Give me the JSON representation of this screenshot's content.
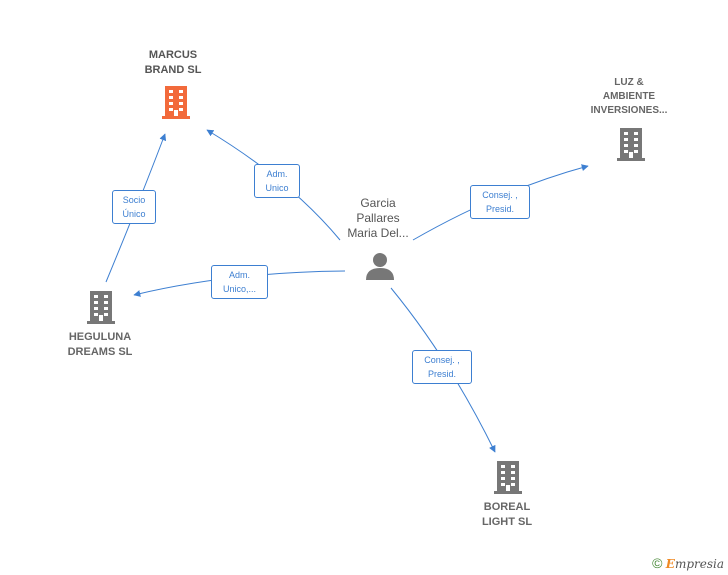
{
  "colors": {
    "edge": "#3d7fd1",
    "company_main": "#f26a3b",
    "company": "#777777",
    "person": "#777777"
  },
  "nodes": {
    "marcus": {
      "line1": "MARCUS",
      "line2": "BRAND  SL",
      "icon": "building-icon"
    },
    "luz": {
      "line1": "LUZ &",
      "line2": "AMBIENTE",
      "line3": "INVERSIONES...",
      "icon": "building-icon"
    },
    "heguluna": {
      "line1": "HEGULUNA",
      "line2": "DREAMS  SL",
      "icon": "building-icon"
    },
    "boreal": {
      "line1": "BOREAL",
      "line2": "LIGHT  SL",
      "icon": "building-icon"
    },
    "person": {
      "line1": "Garcia",
      "line2": "Pallares",
      "line3": "Maria Del...",
      "icon": "person-icon"
    }
  },
  "edges": {
    "person_marcus": {
      "line1": "Adm.",
      "line2": "Unico"
    },
    "heguluna_marcus": {
      "line1": "Socio",
      "line2": "Único"
    },
    "person_heguluna": {
      "line1": "Adm.",
      "line2": "Unico,..."
    },
    "person_luz": {
      "line1": "Consej. ,",
      "line2": "Presid."
    },
    "person_boreal": {
      "line1": "Consej. ,",
      "line2": "Presid."
    }
  },
  "footer": {
    "copyright": "©",
    "brand_first": "E",
    "brand_rest": "mpresia"
  }
}
